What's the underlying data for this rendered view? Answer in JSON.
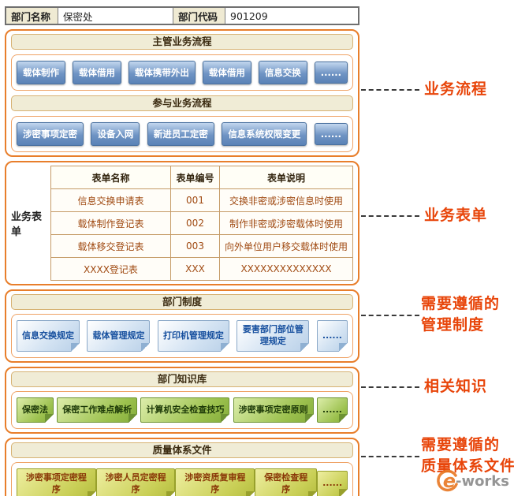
{
  "header": {
    "dept_name_label": "部门名称",
    "dept_name_value": "保密处",
    "dept_code_label": "部门代码",
    "dept_code_value": "901209"
  },
  "main_processes": {
    "title": "主管业务流程",
    "items": [
      "载体制作",
      "载体借用",
      "载体携带外出",
      "载体借用",
      "信息交换",
      "......"
    ]
  },
  "participating_processes": {
    "title": "参与业务流程",
    "items": [
      "涉密事项定密",
      "设备入网",
      "新进员工定密",
      "信息系统权限变更",
      "......"
    ]
  },
  "forms": {
    "side_label": "业务表单",
    "columns": [
      "表单名称",
      "表单编号",
      "表单说明"
    ],
    "rows": [
      [
        "信息交换申请表",
        "001",
        "交换非密或涉密信息时使用"
      ],
      [
        "载体制作登记表",
        "002",
        "制作非密或涉密载体时使用"
      ],
      [
        "载体移交登记表",
        "003",
        "向外单位用户移交载体时使用"
      ],
      [
        "XXXX登记表",
        "XXX",
        "XXXXXXXXXXXXXX"
      ]
    ]
  },
  "rules": {
    "title": "部门制度",
    "items": [
      "信息交换规定",
      "载体管理规定",
      "打印机管理规定",
      "要害部门部位管理规定",
      "......"
    ]
  },
  "knowledge": {
    "title": "部门知识库",
    "items": [
      "保密法",
      "保密工作难点解析",
      "计算机安全检查技巧",
      "涉密事项定密原则",
      "......"
    ]
  },
  "quality": {
    "title": "质量体系文件",
    "items": [
      "涉密事项定密程序",
      "涉密人员定密程序",
      "涉密资质复审程序",
      "保密检查程序",
      "......"
    ]
  },
  "annotations": [
    {
      "lines": [
        "业务流程"
      ]
    },
    {
      "lines": [
        "业务表单"
      ]
    },
    {
      "lines": [
        "需要遵循的",
        "管理制度"
      ]
    },
    {
      "lines": [
        "相关知识"
      ]
    },
    {
      "lines": [
        "需要遵循的",
        "质量体系文件"
      ]
    }
  ],
  "watermark": {
    "prefix": "e",
    "suffix": "-works"
  },
  "colors": {
    "section_border": "#e87e2b",
    "annotation_text": "#e8450a",
    "button_blue": "#5a82b6",
    "bar_background": "#f0ecd6",
    "knowledge_green": "#9cc14e",
    "quality_olive": "#c9cf56",
    "table_text": "#a04a12"
  }
}
